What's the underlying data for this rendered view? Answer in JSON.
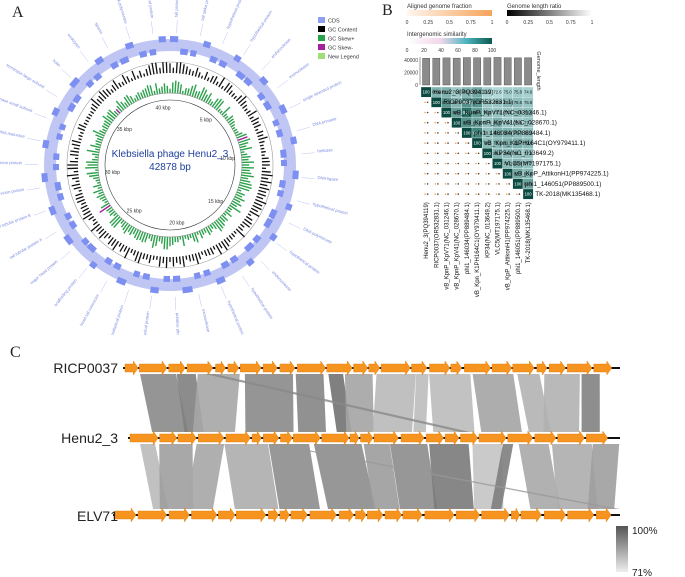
{
  "panels": {
    "a": {
      "letter": "A",
      "map_title": "Klebsiella phage Henu2_3",
      "map_size": "42878 bp",
      "legend": [
        "CDS",
        "GC Content",
        "GC Skew+",
        "GC Skew-",
        "New Legend"
      ],
      "legend_colors": [
        "#8f9ff0",
        "#000000",
        "#27a34a",
        "#a51f9e",
        "#9de07a"
      ],
      "scale_labels": [
        "40 kbp",
        "5 kbp",
        "10 kbp",
        "15 kbp",
        "20 kbp",
        "25 kbp",
        "30 kbp",
        "35 kbp"
      ],
      "gene_labels": [
        "tail protein",
        "tail spike protein",
        "hypothetical protein",
        "hypothetical protein",
        "endonuclease",
        "exonuclease",
        "single stranded protein",
        "DNA primase",
        "helicase",
        "DNA ligase",
        "hypothetical protein",
        "DNA polymerase",
        "hypothetical protein",
        "endonuclease",
        "hypothetical protein",
        "hypothetical protein",
        "exonuclease",
        "putative phosphoesterase",
        "hypothetical protein",
        "hypothetical protein",
        "head-tail connector",
        "scaffolding protein",
        "major head protein",
        "tail tubular protein A",
        "tail tubular protein B",
        "internal virion protein",
        "internal virion protein",
        "DNA maturase",
        "terminase small subunit",
        "terminase large subunit",
        "holin",
        "endolysin",
        "spanin",
        "RNA polymerase",
        "hypothetical protein"
      ]
    },
    "b": {
      "letter": "B",
      "legend_aligned": "Aligned genome fraction",
      "legend_aligned_ticks": [
        "0",
        "0.25",
        "0.5",
        "0.75",
        "1"
      ],
      "legend_length": "Genome length ratio",
      "legend_length_ticks": [
        "0",
        "0.25",
        "0.5",
        "0.75",
        "1"
      ],
      "legend_similarity": "Intergenomic similarity",
      "legend_similarity_ticks": [
        "0",
        "20",
        "40",
        "60",
        "80",
        "100"
      ],
      "bar_axis_label": "Genome_length",
      "bar_axis_ticks": [
        "40000",
        "20000",
        "0"
      ],
      "genomes": [
        "Henu2_3(PQ394119)",
        "RICP0037(OR532831.1)",
        "vB_KpnP_KpV71(NC_031246.1)",
        "vB_KpnP_KpV41(NC_028670.1)",
        "phi1_146034(PP889484.1)",
        "vB_Kpn_K1PH164C1(OY979411.1)",
        "KP34(NC_013649.2)",
        "VLC5(MT197175.1)",
        "vB_KpP_AttikonH1(PP974225.1)",
        "phi1_146051(PP889500.1)",
        "TK-2018(MK135468.1)"
      ],
      "genome_lengths": [
        42878,
        43100,
        43600,
        43200,
        44100,
        43800,
        43800,
        44300,
        43900,
        43600,
        43900
      ],
      "similarity_rows": [
        [
          "100",
          "80.6",
          "81.0",
          "76.0",
          "80.0",
          "83.2",
          "74.2",
          "72.6",
          "75.0",
          "75.8",
          "74.6"
        ],
        [
          "",
          "100",
          "87.1",
          "80.3",
          "88.1",
          "87.2",
          "76.6",
          "76.9",
          "79.8",
          "78.6",
          "76.8"
        ],
        [
          "",
          "",
          "100",
          "85.4",
          "94.7",
          "86.1",
          "78.5",
          "77.2",
          "77.3",
          "78.5",
          "78.6"
        ],
        [
          "",
          "",
          "",
          "100",
          "87.8",
          "83.8",
          "77.4",
          "81.5",
          "75.8",
          "75.9",
          "77.4"
        ],
        [
          "",
          "",
          "",
          "",
          "100",
          "91.1",
          "78.1",
          "81.3",
          "80.8",
          "79.3",
          "78.1"
        ],
        [
          "",
          "",
          "",
          "",
          "",
          "100",
          "79.5",
          "79.8",
          "81.1",
          "81.7",
          "79.8"
        ],
        [
          "",
          "",
          "",
          "",
          "",
          "",
          "100",
          "80.2",
          "79.2",
          "78.1",
          "77.9"
        ],
        [
          "",
          "",
          "",
          "",
          "",
          "",
          "",
          "100",
          "79.0",
          "80.0",
          "77.7"
        ],
        [
          "",
          "",
          "",
          "",
          "",
          "",
          "",
          "",
          "100",
          "82.7",
          "80.0"
        ],
        [
          "",
          "",
          "",
          "",
          "",
          "",
          "",
          "",
          "",
          "100",
          "84.3"
        ],
        [
          "",
          "",
          "",
          "",
          "",
          "",
          "",
          "",
          "",
          "",
          "100"
        ]
      ]
    },
    "c": {
      "letter": "C",
      "tracks": [
        "RICP0037",
        "Henu2_3",
        "ELV71"
      ],
      "identity_max": "100%",
      "identity_min": "71%"
    }
  }
}
